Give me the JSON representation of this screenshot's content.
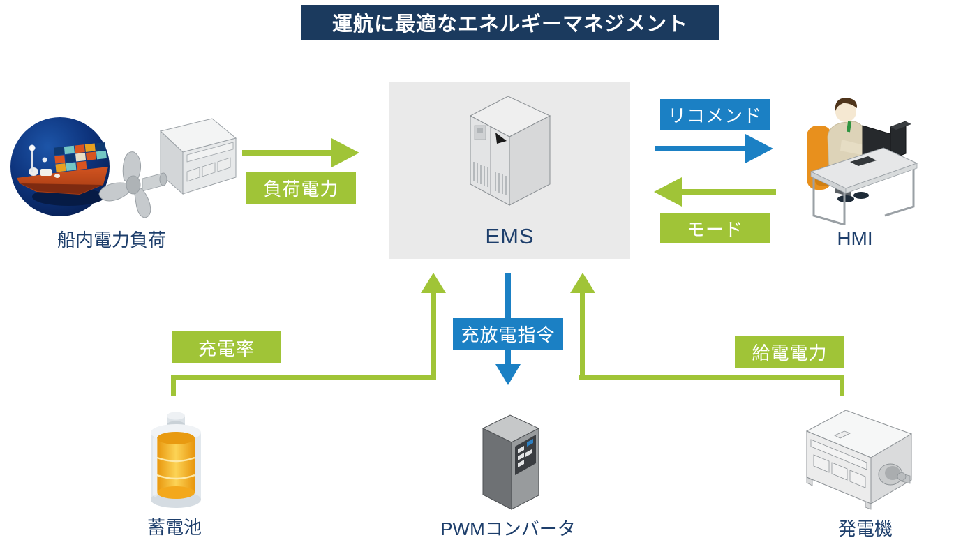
{
  "title": "運航に最適なエネルギーマネジメント",
  "colors": {
    "title_bg": "#1b3a5e",
    "flow_green": "#a0c437",
    "flow_blue": "#1b80c4",
    "ems_panel_bg": "#eaeaea",
    "caption_text": "#1d3e6b",
    "label_text": "#ffffff"
  },
  "nodes": {
    "ship_load": {
      "label": "船内電力負荷",
      "icon": "ship-and-motor"
    },
    "ems": {
      "label": "EMS",
      "icon": "server-cabinet"
    },
    "hmi": {
      "label": "HMI",
      "icon": "operator-at-desk"
    },
    "battery": {
      "label": "蓄電池",
      "icon": "battery"
    },
    "pwm_converter": {
      "label": "PWMコンバータ",
      "icon": "converter-cabinet"
    },
    "generator": {
      "label": "発電機",
      "icon": "generator"
    }
  },
  "flows": {
    "load_power": {
      "label": "負荷電力",
      "from": "船内電力負荷",
      "to": "EMS",
      "color": "#a0c437",
      "direction": "right"
    },
    "recommend": {
      "label": "リコメンド",
      "from": "EMS",
      "to": "HMI",
      "color": "#1b80c4",
      "direction": "right"
    },
    "mode": {
      "label": "モード",
      "from": "HMI",
      "to": "EMS",
      "color": "#a0c437",
      "direction": "left"
    },
    "charge_rate": {
      "label": "充電率",
      "from": "蓄電池",
      "to": "EMS",
      "color": "#a0c437",
      "direction": "up"
    },
    "charge_discharge_command": {
      "label": "充放電指令",
      "from": "EMS",
      "to": "PWMコンバータ",
      "color": "#1b80c4",
      "direction": "down"
    },
    "supply_power": {
      "label": "給電電力",
      "from": "発電機",
      "to": "EMS",
      "color": "#a0c437",
      "direction": "up"
    }
  }
}
